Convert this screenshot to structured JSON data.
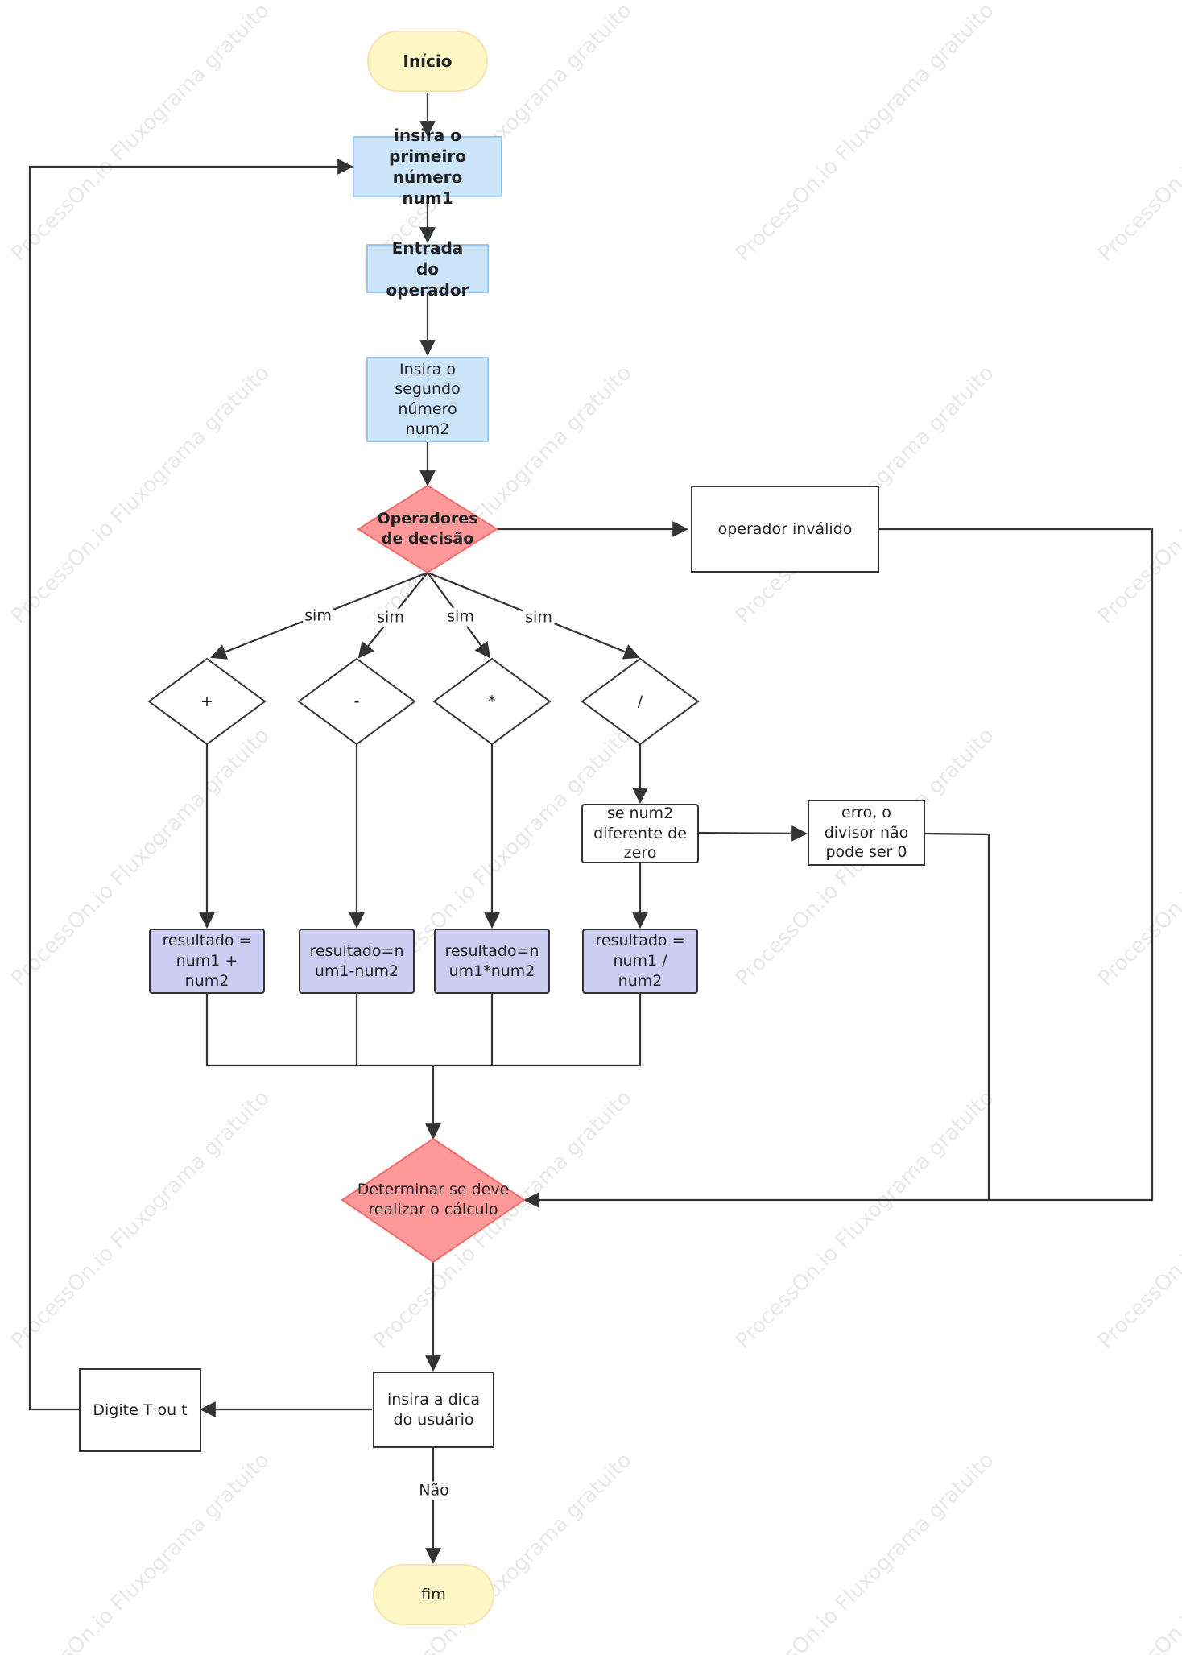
{
  "nodes": {
    "inicio": "Início",
    "num1": "insira o primeiro número num1",
    "operator": "Entrada do operador",
    "num2": "Insira o segundo número num2",
    "decision_ops": "Operadores de decisão",
    "invalid": "operador inválido",
    "plus": "+",
    "minus": "-",
    "times": "*",
    "divide": "/",
    "num2_nonzero": "se num2 diferente de zero",
    "div_error": "erro, o divisor não pode ser 0",
    "res_add": "resultado = num1 + num2",
    "res_sub": "resultado=num1-num2",
    "res_mul": "resultado=num1*num2",
    "res_div": "resultado = num1 / num2",
    "decide_calc": "Determinar se deve realizar o cálculo",
    "user_hint": "insira a dica do usuário",
    "type_t": "Digite T ou t",
    "fim": "fim"
  },
  "edge_labels": {
    "sim": "sim",
    "nao": "Não"
  },
  "watermark": "ProcessOn.io Fluxograma gratuito",
  "colors": {
    "terminal_fill": "#fff6c6",
    "process_fill": "#cce5fb",
    "decision_fill": "#ff9999",
    "result_fill": "#cccdf0",
    "line": "#333333"
  }
}
